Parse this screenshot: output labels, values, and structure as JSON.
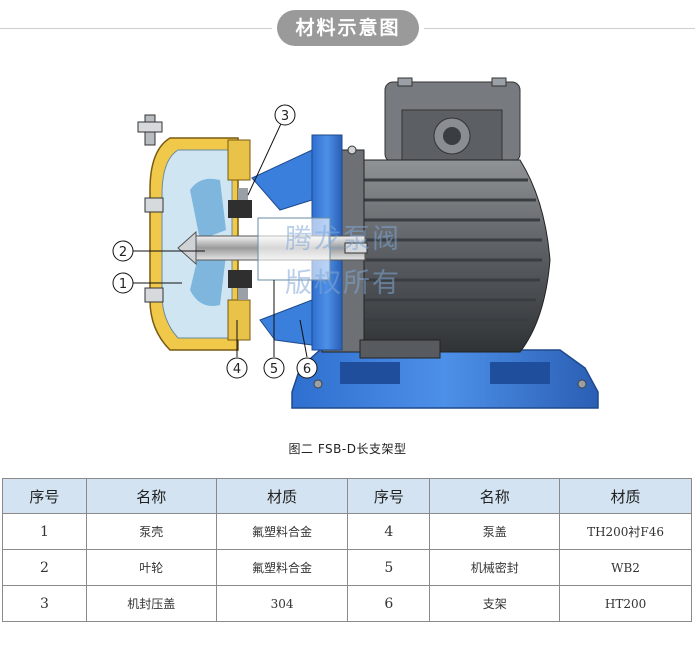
{
  "header": {
    "title": "材料示意图"
  },
  "diagram": {
    "callouts": [
      "3",
      "2",
      "1",
      "4",
      "5",
      "6"
    ],
    "watermark": [
      "腾龙泵阀",
      "版权所有"
    ],
    "caption": "图二   FSB-D长支架型"
  },
  "table": {
    "headers": [
      "序号",
      "名称",
      "材质",
      "序号",
      "名称",
      "材质"
    ],
    "rows": [
      [
        "1",
        "泵壳",
        "氟塑料合金",
        "4",
        "泵盖",
        "TH200衬F46"
      ],
      [
        "2",
        "叶轮",
        "氟塑料合金",
        "5",
        "机械密封",
        "WB2"
      ],
      [
        "3",
        "机封压盖",
        "304",
        "6",
        "支架",
        "HT200"
      ]
    ]
  }
}
